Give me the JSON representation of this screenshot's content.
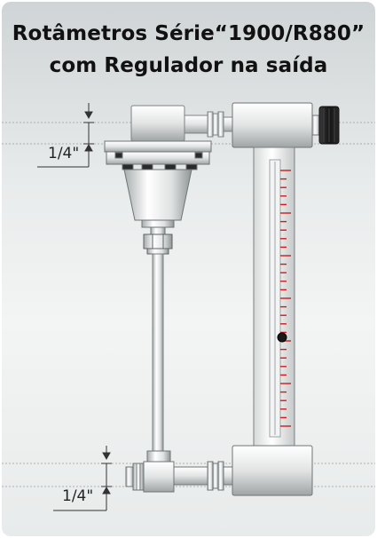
{
  "title": {
    "line1": "Rotâmetros Série“1900/R880”",
    "line2": "com Regulador na saída"
  },
  "dimensions": {
    "top_label": "1/4\"",
    "bottom_label": "1/4\""
  },
  "colors": {
    "metal_light": "#ffffff",
    "metal_mid": "#c9cccd",
    "metal_dark": "#8d9293",
    "knob": "#1f1f1f",
    "scale_tick": "#c81e1e",
    "guide_line": "#9a9a9a"
  }
}
